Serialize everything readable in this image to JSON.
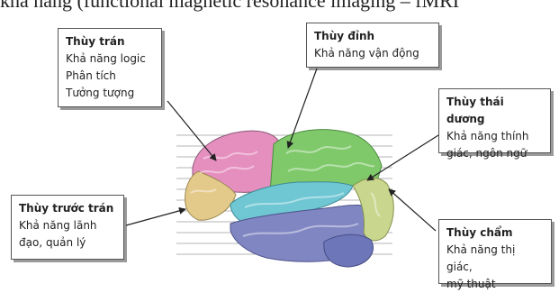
{
  "header_text": "khả năng (functional magnetic resonance imaging – fMRI",
  "lobes": {
    "frontal": {
      "title": "Thùy trán",
      "lines": [
        "Khả năng logic",
        "Phân tích",
        "Tưởng tượng"
      ]
    },
    "parietal": {
      "title": "Thùy đỉnh",
      "lines": [
        "Khả năng vận động"
      ]
    },
    "temporal": {
      "title": "Thùy thái dương",
      "lines": [
        "Khả năng thính",
        "giác, ngôn ngữ"
      ]
    },
    "prefrontal": {
      "title": "Thùy trước trán",
      "lines": [
        "Khả năng lãnh",
        "đạo, quản lý"
      ]
    },
    "occipital": {
      "title": "Thùy chẩm",
      "lines": [
        "Khả năng thị giác,",
        "mỹ thuật"
      ]
    }
  },
  "colors": {
    "frontal": "#e58fbf",
    "parietal": "#7fc96a",
    "temporal": "#6fc7d3",
    "prefrontal": "#e3c98a",
    "occipital": "#c9d68e",
    "lower": "#7f86c2",
    "cerebellum": "#6d76b8"
  }
}
